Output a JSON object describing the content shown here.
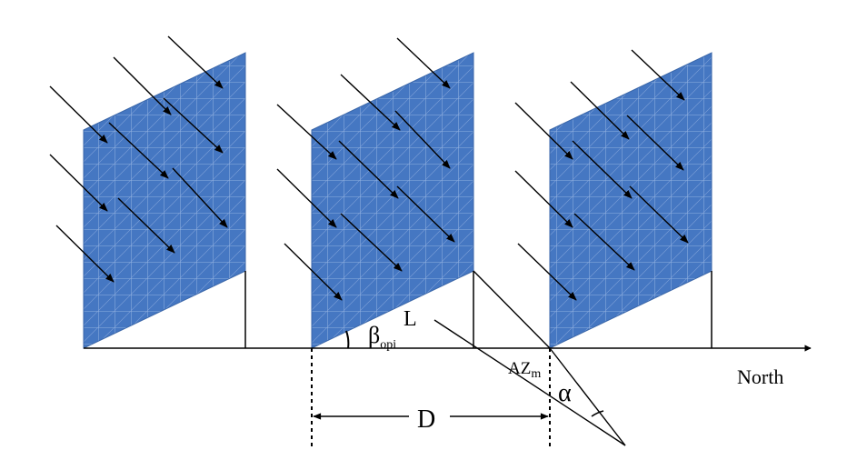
{
  "labels": {
    "beta": "β",
    "beta_sub": "opi",
    "length": "L",
    "az": "AZ",
    "az_sub": "m",
    "alpha": "α",
    "distance": "D",
    "direction": "North"
  },
  "colors": {
    "panel_fill": "#4577c2",
    "panel_grid": "#9fbde6",
    "line": "#000000",
    "background": "#ffffff"
  }
}
